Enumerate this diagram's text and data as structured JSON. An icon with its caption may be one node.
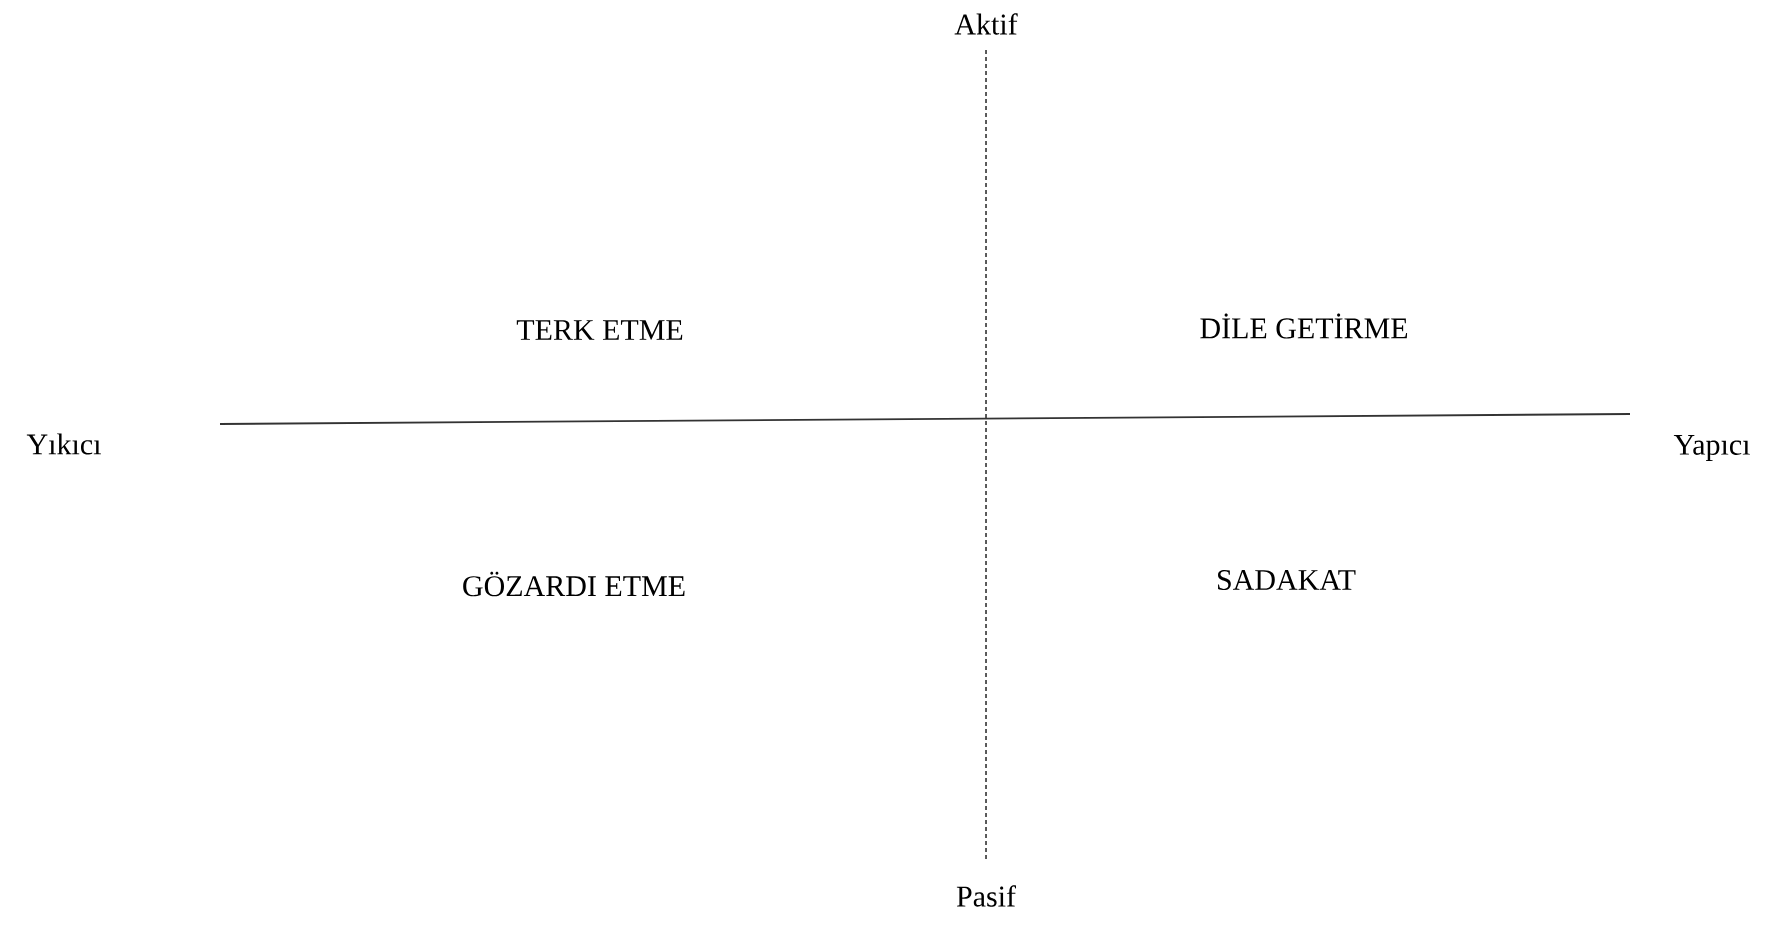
{
  "diagram": {
    "labels": [
      "Aktif",
      "TERK ETME",
      "DİLE GETİRME",
      "Yıkıcı",
      "Yapıcı",
      "GÖZARDI ETME",
      "SADAKAT",
      "Pasif"
    ]
  }
}
